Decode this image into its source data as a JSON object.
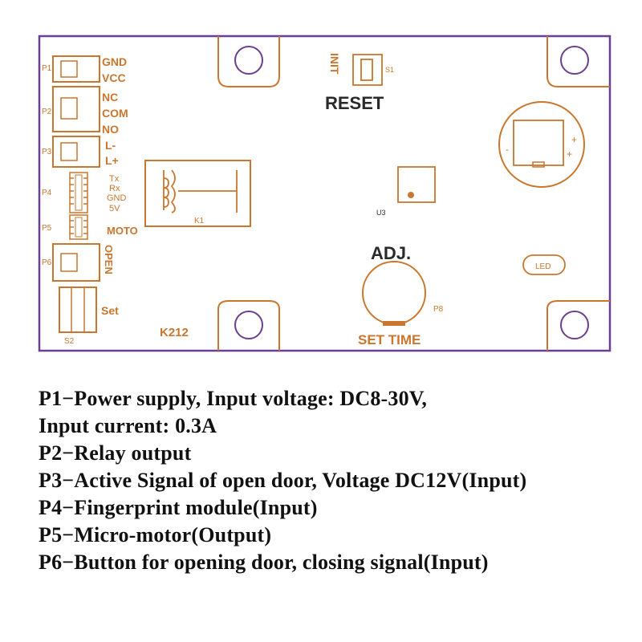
{
  "board": {
    "connectors": {
      "p1": "P1",
      "p2": "P2",
      "p3": "P3",
      "p4": "P4",
      "p5": "P5",
      "p6": "P6"
    },
    "pins": {
      "gnd": "GND",
      "vcc": "VCC",
      "nc": "NC",
      "com": "COM",
      "no": "NO",
      "lminus": "L-",
      "lplus": "L+",
      "tx": "Tx",
      "rx": "Rx",
      "gnd_small": "GND",
      "v5": "5V",
      "moto": "MOTO",
      "open": "OPEN",
      "set": "Set"
    },
    "components": {
      "k1": "K1",
      "u3": "U3",
      "s1": "S1",
      "s2": "S2",
      "p8": "P8",
      "led": "LED",
      "init": "INIT",
      "reset": "RESET",
      "adj": "ADJ.",
      "set_time": "SET TIME",
      "model": "K212",
      "minus": "-",
      "plus1": "+",
      "plus2": "+"
    }
  },
  "legend": [
    "P1−Power supply, Input voltage: DC8-30V,",
    "Input current: 0.3A",
    "P2−Relay output",
    "P3−Active Signal of open door, Voltage DC12V(Input)",
    "P4−Fingerprint module(Input)",
    "P5−Micro-motor(Output)",
    "P6−Button for opening door, closing signal(Input)"
  ],
  "colors": {
    "silkscreen": "#c9772e",
    "outline": "#6b3f8f",
    "text": "#2a2a2a"
  }
}
